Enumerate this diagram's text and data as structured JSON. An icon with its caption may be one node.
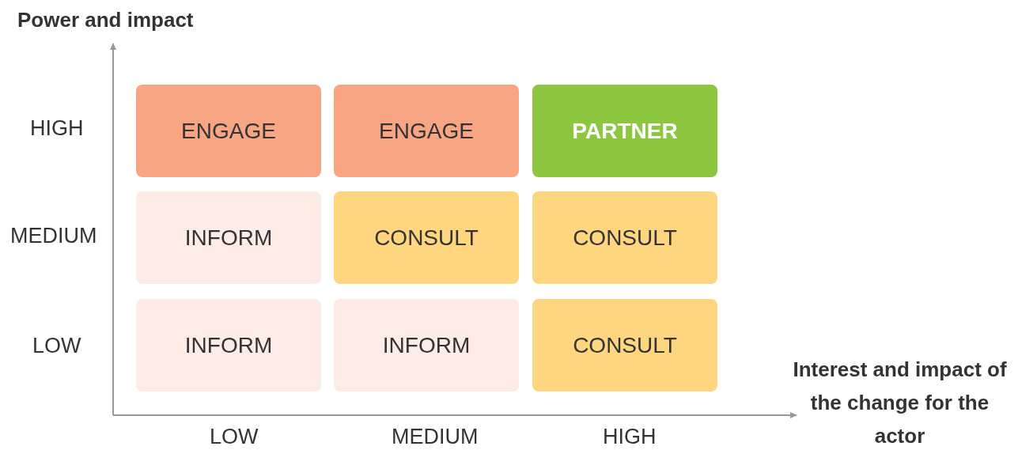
{
  "diagram": {
    "nodes": [
      {
        "text": [
          "ENGAGE"
        ]
      },
      {
        "text": [
          "ENGAGE"
        ]
      },
      {
        "text": [
          "PARTNER"
        ]
      },
      {
        "text": [
          "INFORM"
        ]
      },
      {
        "text": [
          "CONSULT"
        ]
      },
      {
        "text": [
          "CONSULT"
        ]
      },
      {
        "text": [
          "INFORM"
        ]
      },
      {
        "text": [
          "INFORM"
        ]
      },
      {
        "text": [
          "CONSULT"
        ]
      }
    ],
    "edges": [],
    "labels": [
      "Power and impact",
      "HIGH",
      "MEDIUM",
      "LOW",
      "Interest and impact of the change for the actor",
      "LOW",
      "MEDIUM",
      "HIGH"
    ]
  }
}
